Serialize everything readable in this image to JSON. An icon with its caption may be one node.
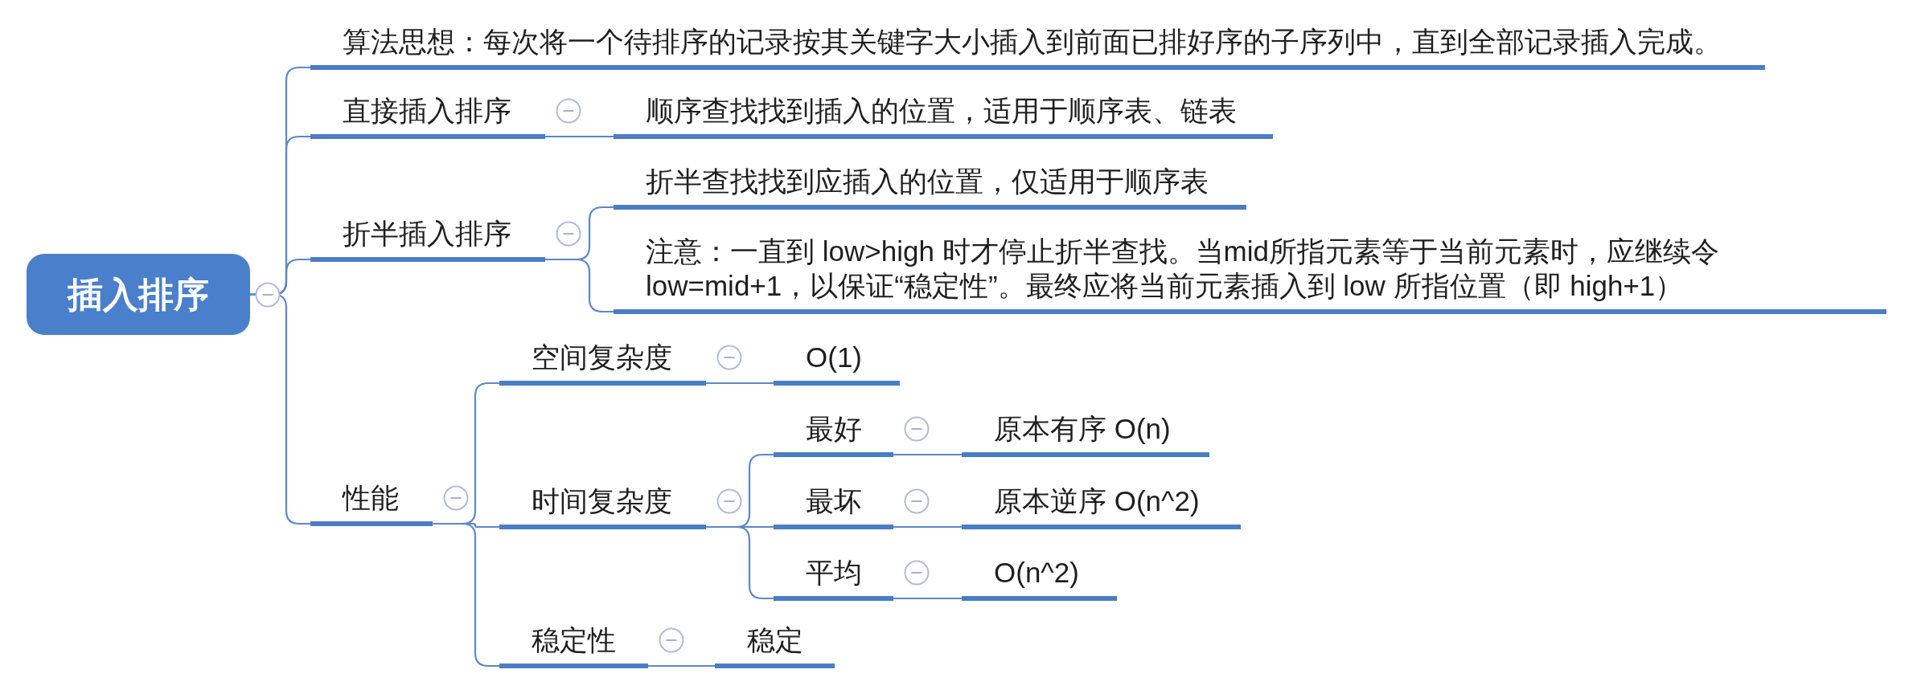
{
  "diagram": {
    "nodes": [
      {
        "text": [
          "插入排序"
        ]
      },
      {
        "text": [
          "算法思想：每次将一个待排序的记录按其关键字大小插入到前面已排好序的子序列中，直到全部记录插入完成。"
        ]
      },
      {
        "text": [
          "直接插入排序"
        ]
      },
      {
        "text": [
          "顺序查找找到插入的位置，适用于顺序表、链表"
        ]
      },
      {
        "text": [
          "折半插入排序"
        ]
      },
      {
        "text": [
          "折半查找找到应插入的位置，仅适用于顺序表"
        ]
      },
      {
        "text": [
          "注意：一直到 low>high 时才停止折半查找。当mid所指元素等于当前元素时，应继续令 low=mid+1，以保证“稳定性”。最终应将当前元素插入到 low 所指位置（即 high+1）"
        ]
      },
      {
        "text": [
          "性能"
        ]
      },
      {
        "text": [
          "空间复杂度"
        ]
      },
      {
        "text": [
          "O(1)"
        ]
      },
      {
        "text": [
          "时间复杂度"
        ]
      },
      {
        "text": [
          "最好"
        ]
      },
      {
        "text": [
          "原本有序 O(n)"
        ]
      },
      {
        "text": [
          "最坏"
        ]
      },
      {
        "text": [
          "原本逆序 O(n^2)"
        ]
      },
      {
        "text": [
          "平均"
        ]
      },
      {
        "text": [
          "O(n^2)"
        ]
      },
      {
        "text": [
          "稳定性"
        ]
      },
      {
        "text": [
          "稳定"
        ]
      }
    ],
    "edges": [
      {
        "from": 0,
        "to": 1,
        "arrow": "none"
      },
      {
        "from": 0,
        "to": 2,
        "arrow": "none"
      },
      {
        "from": 0,
        "to": 4,
        "arrow": "none"
      },
      {
        "from": 0,
        "to": 7,
        "arrow": "none"
      },
      {
        "from": 2,
        "to": 3,
        "arrow": "none"
      },
      {
        "from": 4,
        "to": 5,
        "arrow": "none"
      },
      {
        "from": 4,
        "to": 6,
        "arrow": "none"
      },
      {
        "from": 7,
        "to": 8,
        "arrow": "none"
      },
      {
        "from": 7,
        "to": 10,
        "arrow": "none"
      },
      {
        "from": 7,
        "to": 17,
        "arrow": "none"
      },
      {
        "from": 8,
        "to": 9,
        "arrow": "none"
      },
      {
        "from": 10,
        "to": 11,
        "arrow": "none"
      },
      {
        "from": 10,
        "to": 13,
        "arrow": "none"
      },
      {
        "from": 10,
        "to": 15,
        "arrow": "none"
      },
      {
        "from": 11,
        "to": 12,
        "arrow": "none"
      },
      {
        "from": 13,
        "to": 14,
        "arrow": "none"
      },
      {
        "from": 15,
        "to": 16,
        "arrow": "none"
      },
      {
        "from": 17,
        "to": 18,
        "arrow": "none"
      }
    ]
  }
}
